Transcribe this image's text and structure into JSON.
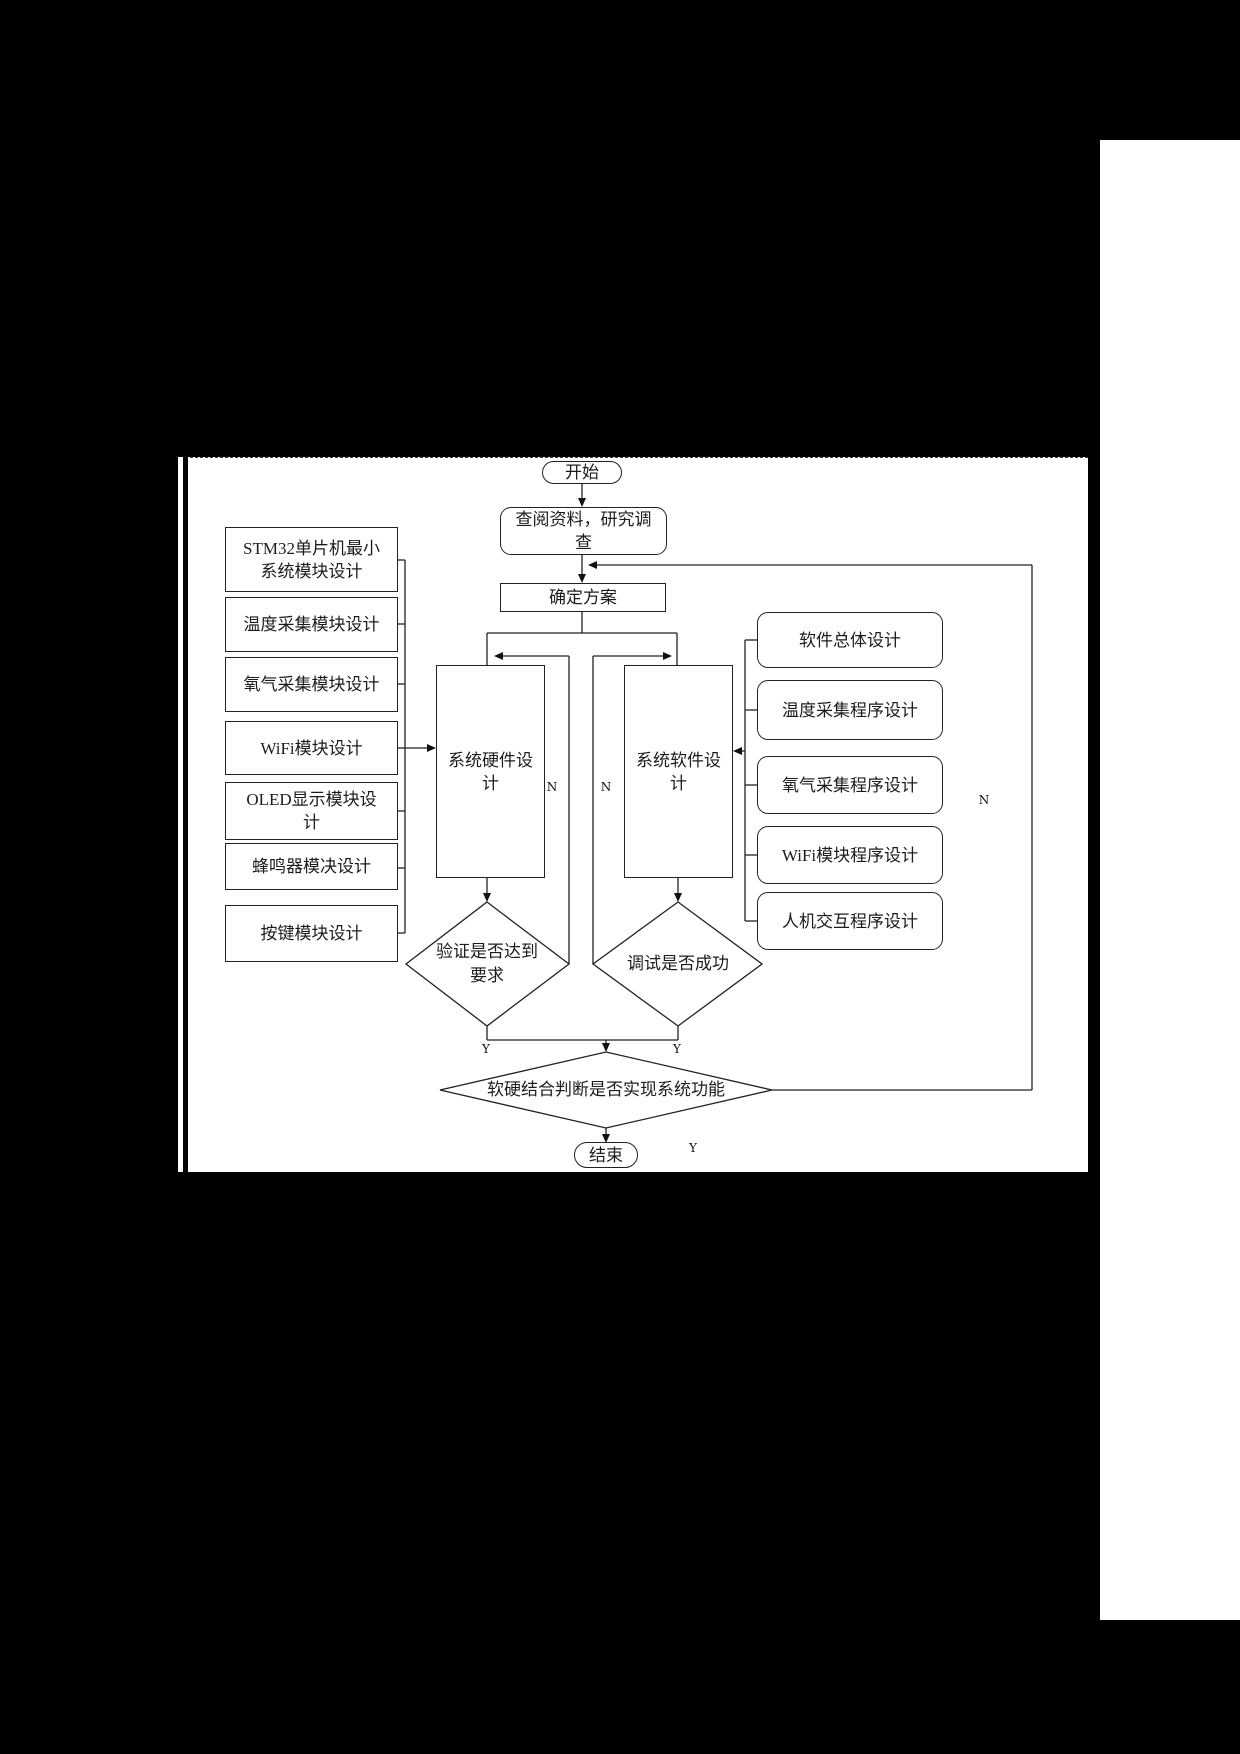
{
  "flowchart": {
    "start": "开始",
    "research": "查阅资料，研究调\n查",
    "plan": "确定方案",
    "hardware_design": "系统硬件设\n计",
    "software_design": "系统软件设\n计",
    "hardware_modules": [
      "STM32单片机最小\n系统模块设计",
      "温度采集模块设计",
      "氧气采集模块设计",
      "WiFi模块设计",
      "OLED显示模块设\n计",
      "蜂鸣器模决设计",
      "按键模块设计"
    ],
    "software_modules": [
      "软件总体设计",
      "温度采集程序设计",
      "氧气采集程序设计",
      "WiFi模块程序设计",
      "人机交互程序设计"
    ],
    "hw_check": "验证是否达到\n要求",
    "sw_check": "调试是否成功",
    "final_check": "软硬结合判断是否实现系统功能",
    "end": "结束",
    "labels": {
      "yes": "Y",
      "no": "N"
    }
  },
  "colors": {
    "line": "#222222",
    "paper": "#ffffff",
    "background": "#000000"
  }
}
